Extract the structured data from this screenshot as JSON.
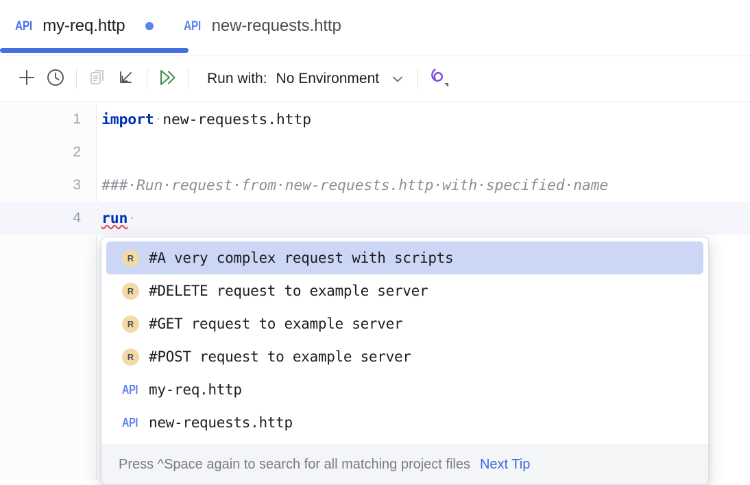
{
  "tabs": [
    {
      "badge": "API",
      "title": "my-req.http",
      "modified": true,
      "active": true
    },
    {
      "badge": "API",
      "title": "new-requests.http",
      "modified": false,
      "active": false
    }
  ],
  "toolbar": {
    "icons": [
      "add-icon",
      "history-icon",
      "copy-icon",
      "import-icon",
      "run-all-icon",
      "ai-assistant-icon"
    ],
    "run_with_label": "Run with:",
    "environment_value": "No Environment",
    "chevron": "chevron-down-icon"
  },
  "editor": {
    "lines": [
      {
        "number": "1",
        "current": false,
        "tokens": [
          {
            "text": "import",
            "type": "keyword"
          },
          {
            "text": "·",
            "type": "whitespace"
          },
          {
            "text": "new-requests.http",
            "type": "plain"
          }
        ]
      },
      {
        "number": "2",
        "current": false,
        "tokens": []
      },
      {
        "number": "3",
        "current": false,
        "tokens": [
          {
            "text": "###·Run·request·from·new-requests.http·with·specified·name",
            "type": "comment"
          }
        ]
      },
      {
        "number": "4",
        "current": true,
        "tokens": [
          {
            "text": "run",
            "type": "error-keyword"
          },
          {
            "text": "·",
            "type": "whitespace"
          }
        ]
      }
    ]
  },
  "completion": {
    "items": [
      {
        "icon": "request-badge",
        "icon_text": "R",
        "label": "#A very complex request with scripts",
        "selected": true
      },
      {
        "icon": "request-badge",
        "icon_text": "R",
        "label": "#DELETE request to example server",
        "selected": false
      },
      {
        "icon": "request-badge",
        "icon_text": "R",
        "label": "#GET request to example server",
        "selected": false
      },
      {
        "icon": "request-badge",
        "icon_text": "R",
        "label": "#POST request to example server",
        "selected": false
      },
      {
        "icon": "api-badge",
        "icon_text": "API",
        "label": "my-req.http",
        "selected": false
      },
      {
        "icon": "api-badge",
        "icon_text": "API",
        "label": "new-requests.http",
        "selected": false
      }
    ],
    "footer_text": "Press ^Space again to search for all matching project files",
    "footer_link": "Next Tip"
  },
  "colors": {
    "accent_blue": "#4370e0",
    "keyword_blue": "#0033b3",
    "selection_blue": "#ccd7f5",
    "badge_tan": "#f2daa6",
    "run_green": "#3f8b4f",
    "ai_purple": "#7d4fe8",
    "error_red": "#e5484d"
  }
}
